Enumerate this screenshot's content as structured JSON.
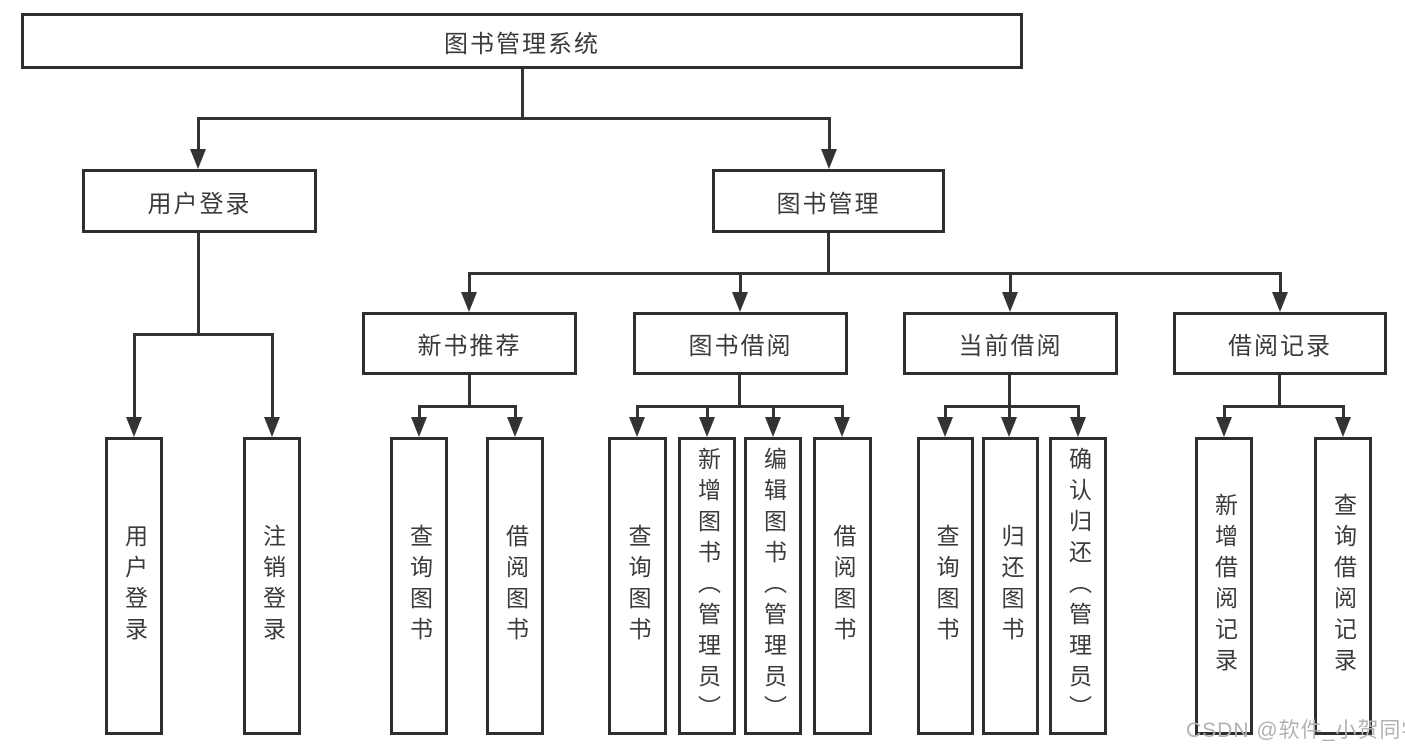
{
  "diagram_title": "图书管理系统",
  "nodes": {
    "root": "图书管理系统",
    "level2": [
      "用户登录",
      "图书管理"
    ],
    "level3": [
      "新书推荐",
      "图书借阅",
      "当前借阅",
      "借阅记录"
    ],
    "leaves": {
      "login": [
        "用户登录",
        "注销登录"
      ],
      "recommend": [
        "查询图书",
        "借阅图书"
      ],
      "borrow": [
        "查询图书",
        "新增图书（管理员）",
        "编辑图书（管理员）",
        "借阅图书"
      ],
      "current": [
        "查询图书",
        "归还图书",
        "确认归还（管理员）"
      ],
      "records": [
        "新增借阅记录",
        "查询借阅记录"
      ]
    }
  },
  "watermark": "CSDN @软件_小贺同学",
  "colors": {
    "background": "#ffffff",
    "box_border": "#2e2e2e",
    "connector": "#333333",
    "text": "#3b3b3b",
    "watermark": "#b2b2b2"
  }
}
